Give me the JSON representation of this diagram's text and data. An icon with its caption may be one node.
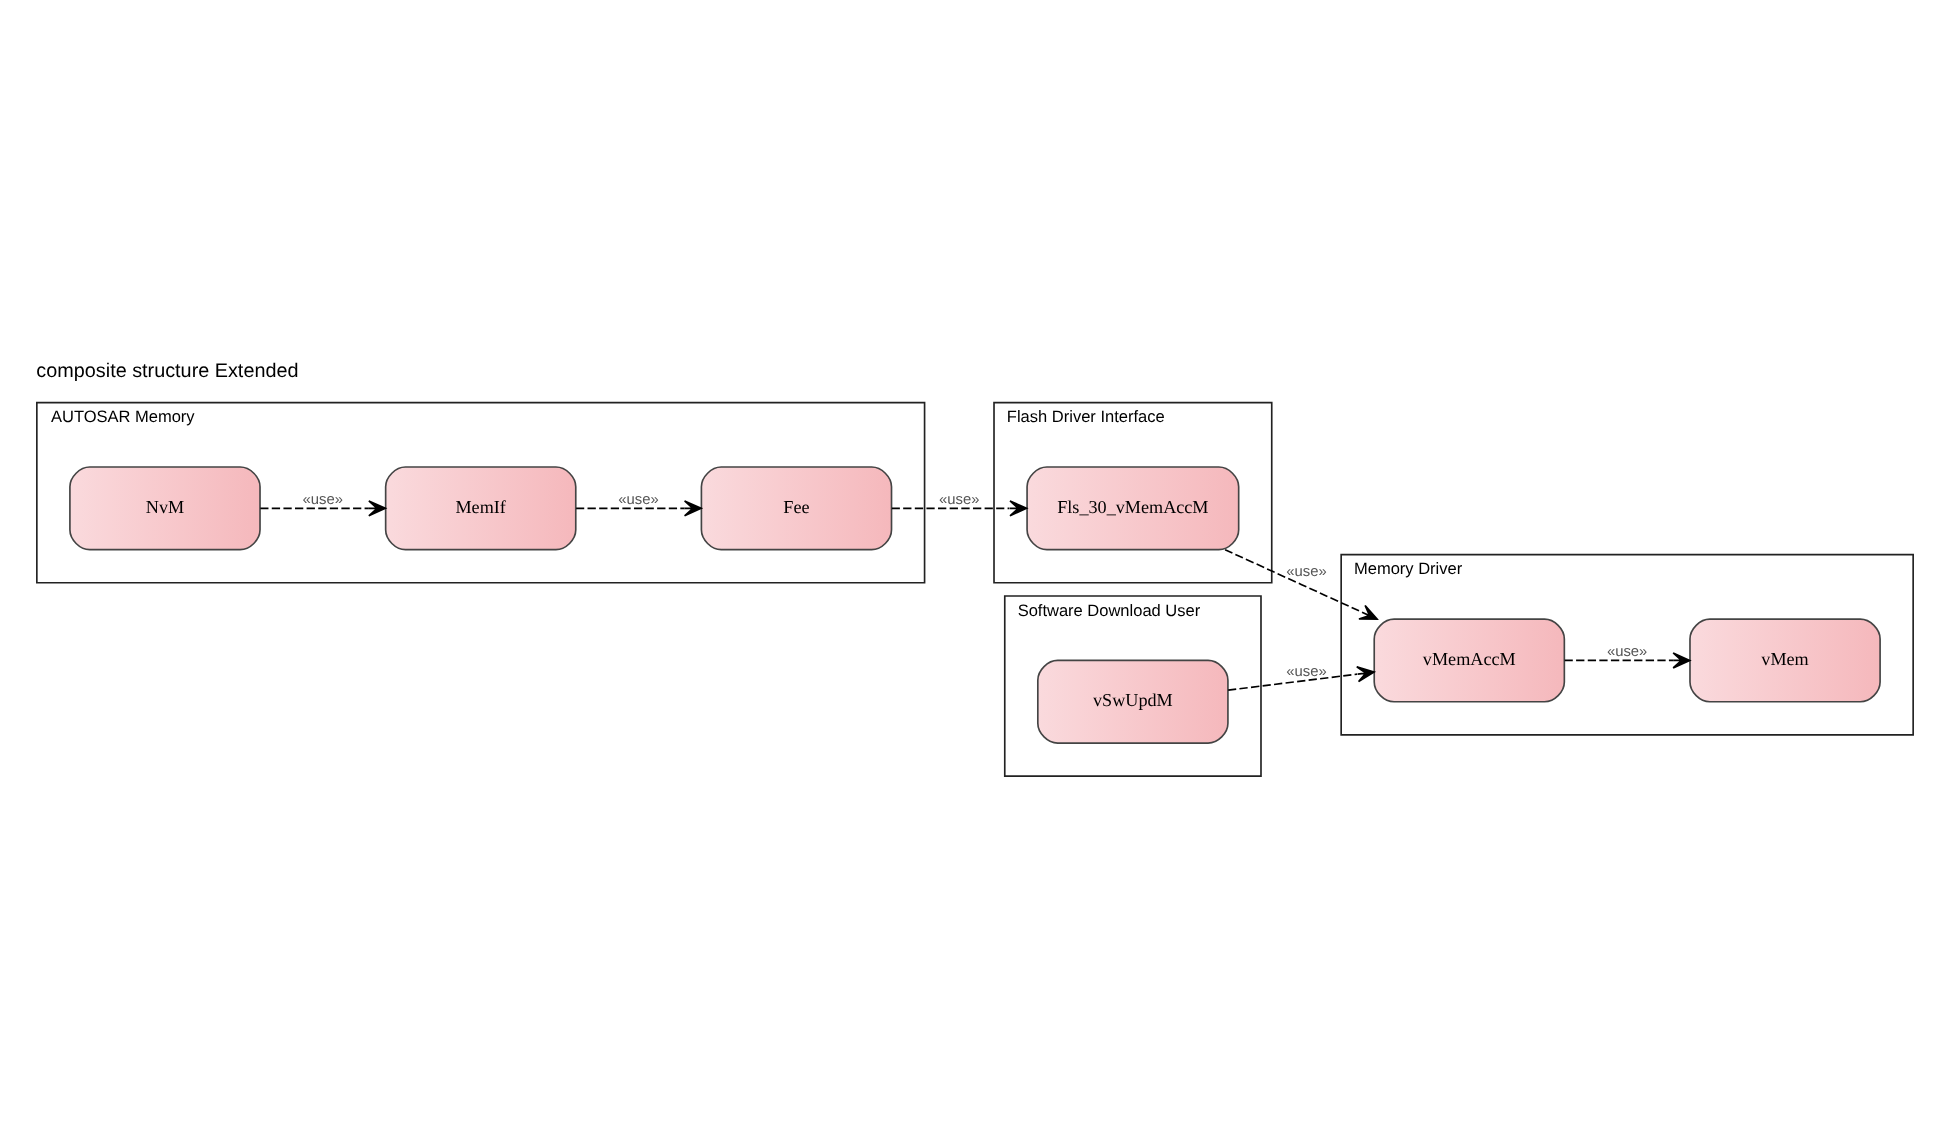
{
  "diagram": {
    "title": "composite structure Extended",
    "nodes": [
      {
        "text": [
          "AUTOSAR Memory"
        ]
      },
      {
        "text": [
          "NvM"
        ],
        "in": 0
      },
      {
        "text": [
          "MemIf"
        ],
        "in": 0
      },
      {
        "text": [
          "Fee"
        ],
        "in": 0
      },
      {
        "text": [
          "Flash Driver Interface"
        ]
      },
      {
        "text": [
          "Fls_30_vMemAccM"
        ],
        "in": 4
      },
      {
        "text": [
          "Software Download User"
        ]
      },
      {
        "text": [
          "vSwUpdM"
        ],
        "in": 6
      },
      {
        "text": [
          "Memory Driver"
        ]
      },
      {
        "text": [
          "vMemAccM"
        ],
        "in": 8
      },
      {
        "text": [
          "vMem"
        ],
        "in": 8
      }
    ],
    "edges": [
      {
        "from": 1,
        "to": 2,
        "arrow": "to",
        "label": "«use»",
        "style": "dashed"
      },
      {
        "from": 2,
        "to": 3,
        "arrow": "to",
        "label": "«use»",
        "style": "dashed"
      },
      {
        "from": 3,
        "to": 5,
        "arrow": "to",
        "label": "«use»",
        "style": "dashed"
      },
      {
        "from": 5,
        "to": 9,
        "arrow": "to",
        "label": "«use»",
        "style": "dashed"
      },
      {
        "from": 7,
        "to": 9,
        "arrow": "to",
        "label": "«use»",
        "style": "dashed"
      },
      {
        "from": 9,
        "to": 10,
        "arrow": "to",
        "label": "«use»",
        "style": "dashed"
      }
    ]
  }
}
